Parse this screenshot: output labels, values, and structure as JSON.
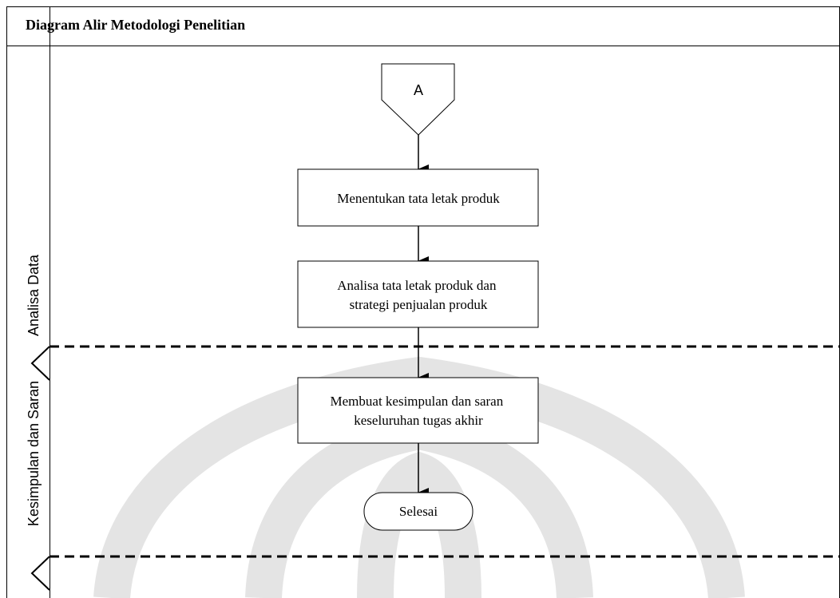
{
  "title": "Diagram Alir Metodologi Penelitian",
  "lanes": {
    "analisa": "Analisa Data",
    "kesimpulan": "Kesimpulan dan Saran"
  },
  "connector": {
    "label": "A"
  },
  "steps": {
    "step1": [
      "Menentukan tata letak produk"
    ],
    "step2": [
      "Analisa tata letak produk dan",
      "strategi penjualan produk"
    ],
    "step3": [
      "Membuat kesimpulan dan saran",
      "keseluruhan tugas akhir"
    ]
  },
  "terminal": {
    "label": "Selesai"
  },
  "colors": {
    "watermark": "#e3e3e3",
    "line": "#000000"
  }
}
